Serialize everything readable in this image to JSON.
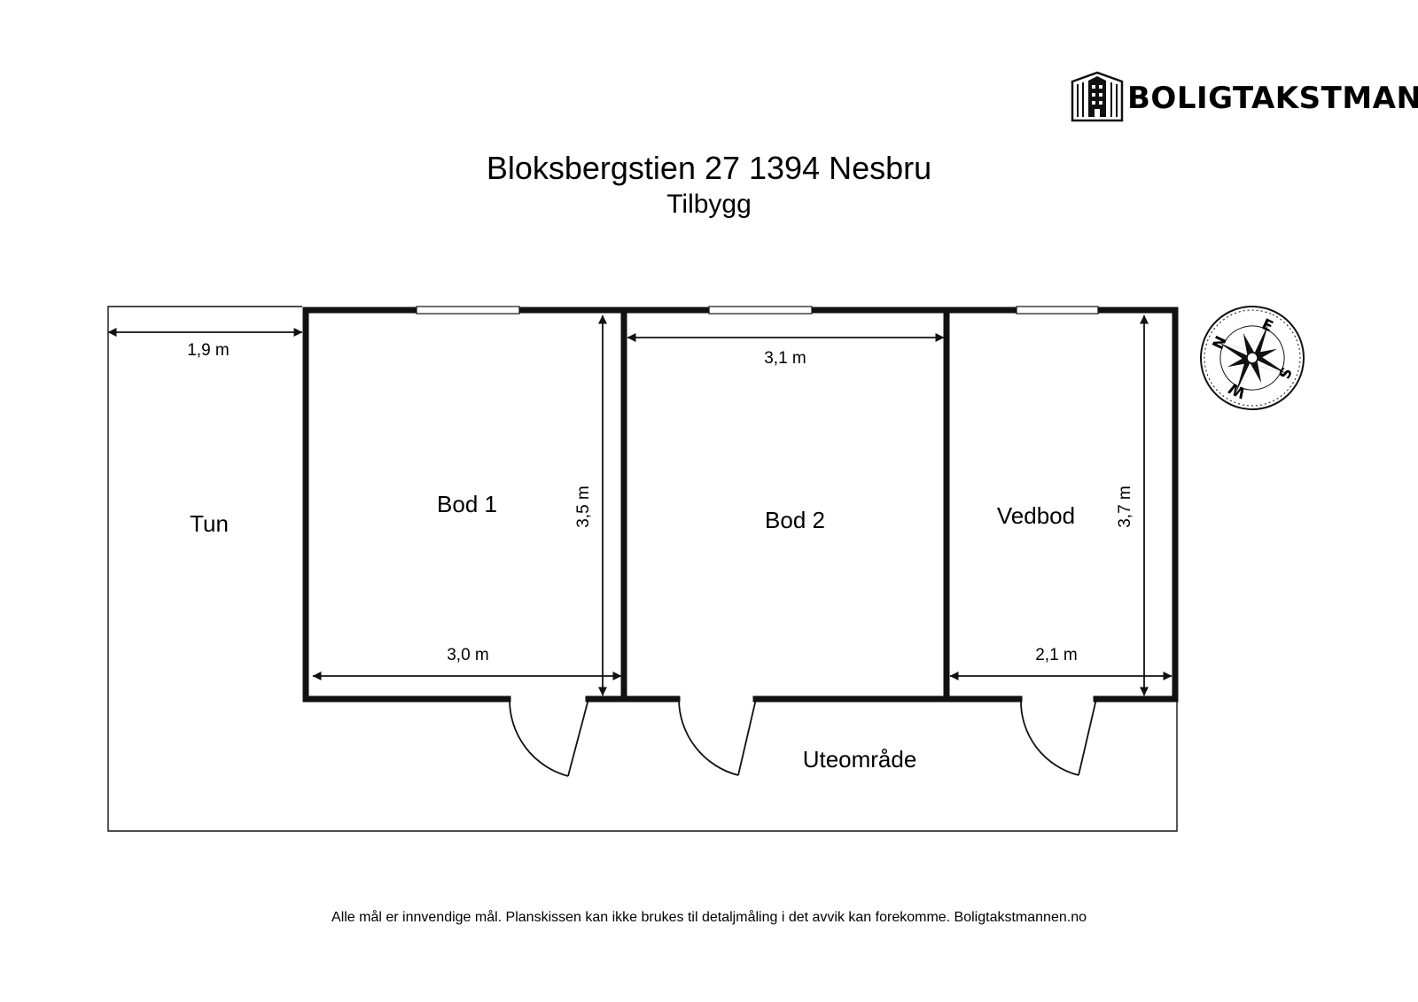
{
  "brand": {
    "name": "BOLIGTAKSTMANNEN"
  },
  "header": {
    "title": "Bloksbergstien 27 1394 Nesbru",
    "subtitle": "Tilbygg"
  },
  "rooms": {
    "tun": "Tun",
    "bod1": "Bod 1",
    "bod2": "Bod 2",
    "vedbod": "Vedbod",
    "uteomrade": "Uteområde"
  },
  "dimensions": {
    "tun_width": "1,9 m",
    "bod1_width": "3,0 m",
    "bod1_depth": "3,5 m",
    "bod2_width": "3,1 m",
    "vedbod_width": "2,1 m",
    "vedbod_depth": "3,7 m"
  },
  "compass": {
    "w": "W",
    "n": "N",
    "e": "E",
    "s": "S"
  },
  "footer": {
    "disclaimer": "Alle mål er innvendige mål. Planskissen kan ikke brukes til detaljmåling i det avvik kan forekomme. Boligtakstmannen.no"
  }
}
